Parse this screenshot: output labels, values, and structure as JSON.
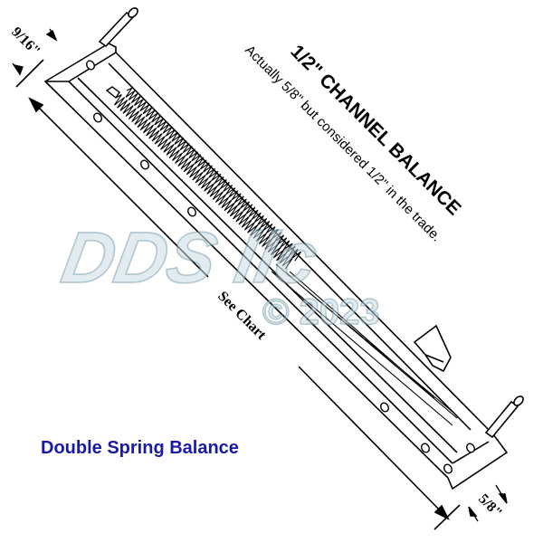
{
  "diagram": {
    "title": "1/2\" CHANNEL BALANCE",
    "subtitle": "Actually 5/8\" but considered 1/2\" in the trade.",
    "length_label": "See Chart",
    "top_dimension": "9/16\"",
    "bottom_dimension": "5/8\"",
    "caption": "Double Spring Balance",
    "watermark_text": "DDS llc",
    "watermark_copyright": "© 2023",
    "colors": {
      "line": "#000000",
      "caption": "#1a1aa8",
      "watermark": "#8fb3c4"
    }
  }
}
